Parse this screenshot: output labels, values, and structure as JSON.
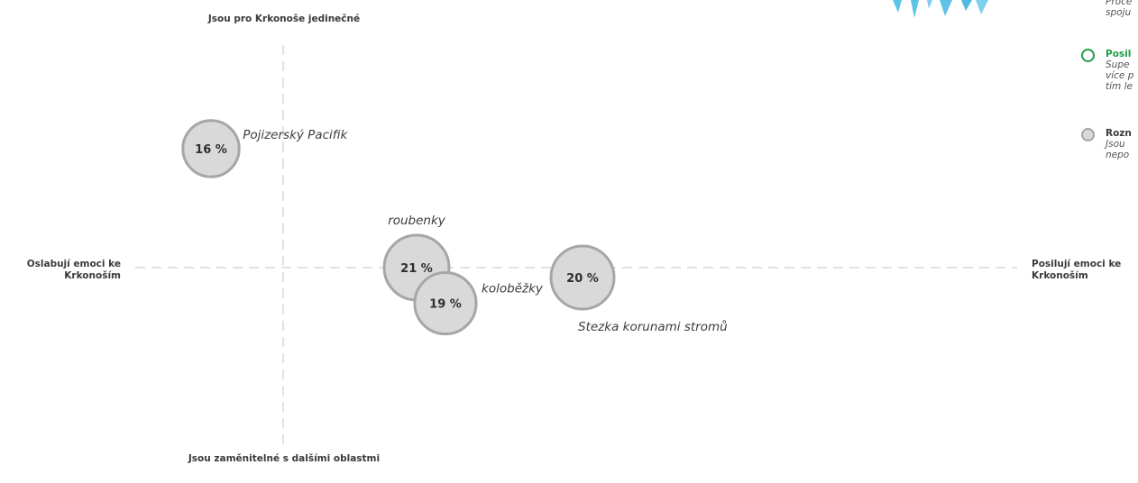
{
  "chart_data": {
    "type": "bubble",
    "axes": {
      "x_left_label": "Oslabují emoci ke Krkonoším",
      "x_right_label": "Posilují emoci ke Krkonoším",
      "y_top_label": "Jsou pro Krkonoše jedinečné",
      "y_bottom_label": "Jsou zaměnitelné s dalšími oblastmi",
      "xlim": [
        -1,
        1
      ],
      "ylim": [
        -1,
        1
      ],
      "grid": false
    },
    "points": [
      {
        "name": "Pojizerský Pacifik",
        "value_label": "16 %",
        "value": 16,
        "x": -0.8,
        "y": 0.6,
        "label_side": "right-top"
      },
      {
        "name": "roubenky",
        "value_label": "21 %",
        "value": 21,
        "x": -0.23,
        "y": 0.0,
        "label_side": "top"
      },
      {
        "name": "koloběžky",
        "value_label": "19 %",
        "value": 19,
        "x": -0.15,
        "y": -0.18,
        "label_side": "right"
      },
      {
        "name": "Stezka korunami stromů",
        "value_label": "20 %",
        "value": 20,
        "x": 0.23,
        "y": -0.05,
        "label_side": "bottom-right"
      }
    ]
  },
  "legend": {
    "items": [
      {
        "title": "",
        "desc_lines": [
          "Proce",
          "spoju"
        ],
        "dot": "none"
      },
      {
        "title": "Posil",
        "desc_lines": [
          "Supe",
          "více p",
          "tím le"
        ],
        "dot": "green-ring",
        "title_color": "#1e9e46"
      },
      {
        "title": "Rozn",
        "desc_lines": [
          "Jsou",
          "nepo"
        ],
        "dot": "grey"
      }
    ]
  },
  "colors": {
    "bubble_fill": "#d9d9d9",
    "bubble_stroke": "#a6a6a6",
    "accent_green": "#1e9e46",
    "decor_blue": "#5ec3e6"
  }
}
